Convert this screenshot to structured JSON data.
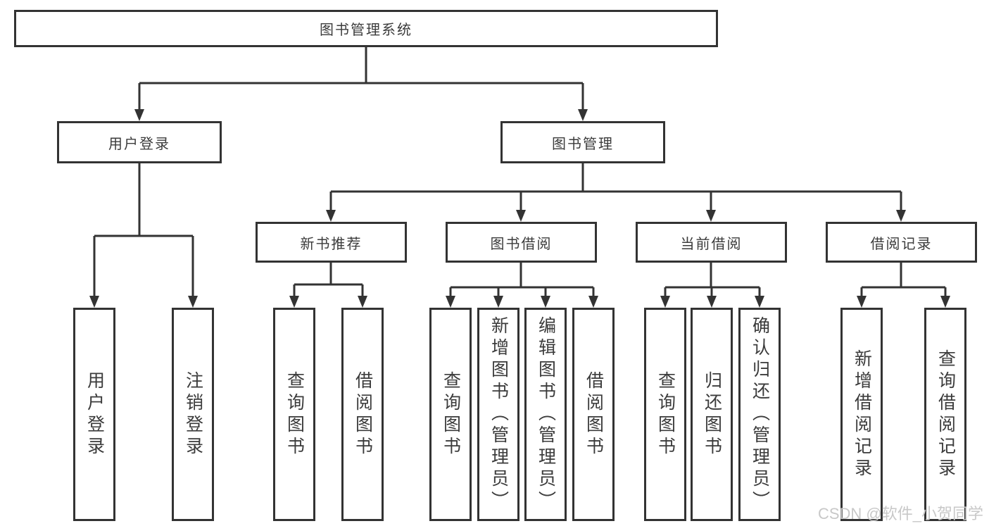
{
  "colors": {
    "line": "#333333",
    "text": "#3b3b3b",
    "watermark": "#c8c8c8",
    "background": "#ffffff"
  },
  "watermark": {
    "text": "CSDN @软件_小贺同学"
  },
  "tree": {
    "root": {
      "label": "图书管理系统"
    },
    "level2": [
      {
        "label": "用户登录",
        "children": [
          {
            "label": "用户登录"
          },
          {
            "label": "注销登录"
          }
        ]
      },
      {
        "label": "图书管理",
        "children": [
          {
            "label": "新书推荐",
            "children": [
              {
                "label": "查询图书"
              },
              {
                "label": "借阅图书"
              }
            ]
          },
          {
            "label": "图书借阅",
            "children": [
              {
                "label": "查询图书"
              },
              {
                "label": "新增图书（管理员）"
              },
              {
                "label": "编辑图书（管理员）"
              },
              {
                "label": "借阅图书"
              }
            ]
          },
          {
            "label": "当前借阅",
            "children": [
              {
                "label": "查询图书"
              },
              {
                "label": "归还图书"
              },
              {
                "label": "确认归还（管理员）"
              }
            ]
          },
          {
            "label": "借阅记录",
            "children": [
              {
                "label": "新增借阅记录"
              },
              {
                "label": "查询借阅记录"
              }
            ]
          }
        ]
      }
    ]
  }
}
